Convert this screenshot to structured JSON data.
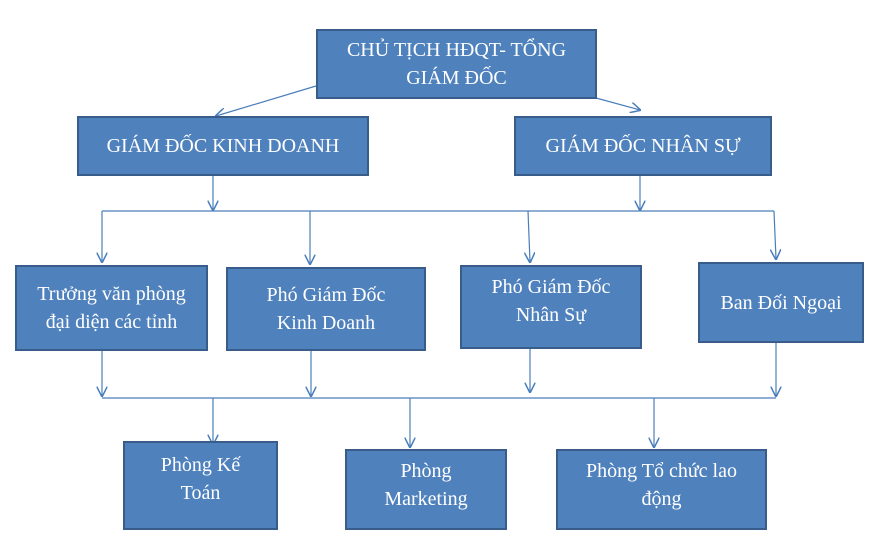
{
  "chart": {
    "ceo": "CHỦ TỊCH HĐQT- TỔNG\nGIÁM ĐỐC",
    "directors": {
      "business": "GIÁM ĐỐC KINH DOANH",
      "hr": "GIÁM ĐỐC NHÂN SỰ"
    },
    "middle": {
      "regional_office": "Trưởng văn phòng\nđại diện các tỉnh",
      "deputy_business": "Phó Giám Đốc\nKinh Doanh",
      "deputy_hr": "Phó Giám Đốc\nNhân Sự",
      "external_relations": "Ban Đối Ngoại"
    },
    "departments": {
      "accounting": "Phòng Kế\nToán",
      "marketing": "Phòng\nMarketing",
      "labor_org": "Phòng Tổ chức lao\nđộng"
    }
  },
  "colors": {
    "box_fill": "#4f81bd",
    "box_border": "#385d8a",
    "connector": "#4a7ebb",
    "text": "#ffffff"
  }
}
